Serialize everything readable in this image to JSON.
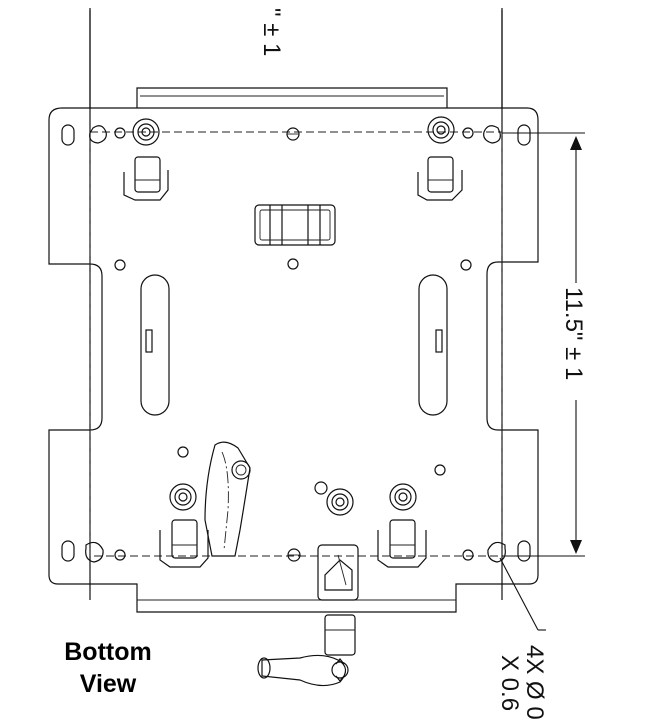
{
  "caption": {
    "line1": "Bottom",
    "line2": "View"
  },
  "dimensions": {
    "top_partial": "\" ± 1",
    "height_label": "11.5\" ± 1",
    "hole_callout_line1": "4X Ø 0",
    "hole_callout_line2": "X 0.6"
  }
}
